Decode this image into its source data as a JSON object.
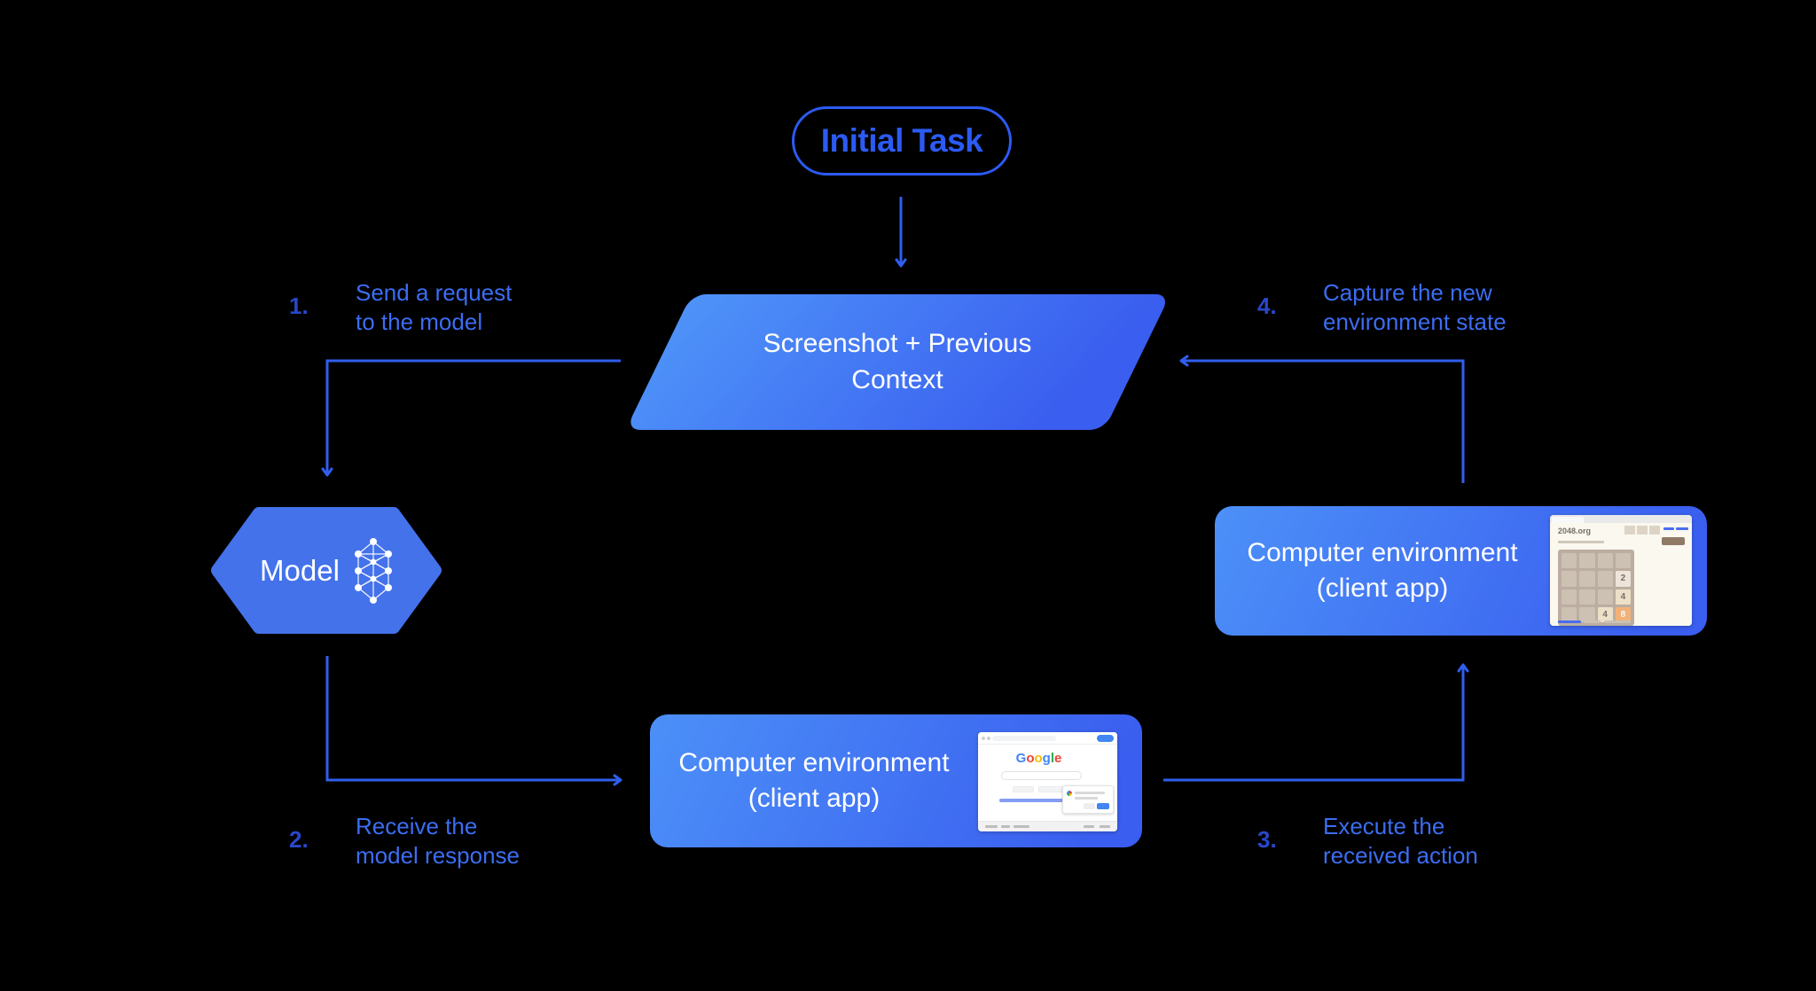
{
  "diagram": {
    "initial_task_label": "Initial Task",
    "context_node": {
      "line1": "Screenshot + Previous",
      "line2": "Context"
    },
    "model_label": "Model",
    "env_bottom": {
      "line1": "Computer environment",
      "line2": "(client app)"
    },
    "env_right": {
      "line1": "Computer environment",
      "line2": "(client app)"
    }
  },
  "steps": [
    {
      "num": "1.",
      "line1": "Send a request",
      "line2": "to the model"
    },
    {
      "num": "2.",
      "line1": "Receive the",
      "line2": "model response"
    },
    {
      "num": "3.",
      "line1": "Execute the",
      "line2": "received action"
    },
    {
      "num": "4.",
      "line1": "Capture the new",
      "line2": "environment state"
    }
  ],
  "colors": {
    "accent_blue": "#2B5BF3",
    "label_blue": "#3C6DF2",
    "number_blue": "#2A47C8",
    "arrow_blue": "#2F5FEE",
    "gradient_start": "#4C90F8",
    "gradient_end": "#3A5EEF",
    "hexagon_blue": "#4472EB",
    "background": "#000000"
  },
  "minis": {
    "google": {
      "logo_letters": [
        {
          "ch": "G",
          "color": "#4285F4"
        },
        {
          "ch": "o",
          "color": "#EA4335"
        },
        {
          "ch": "o",
          "color": "#FBBC05"
        },
        {
          "ch": "g",
          "color": "#4285F4"
        },
        {
          "ch": "l",
          "color": "#34A853"
        },
        {
          "ch": "e",
          "color": "#EA4335"
        }
      ]
    },
    "game2048": {
      "site_title": "2048.org",
      "grid": {
        "rows": 4,
        "cols": 4
      },
      "tiles": [
        {
          "row": 2,
          "col": 4,
          "value": "2",
          "bg": "#EEE4DA",
          "fg": "#776E65"
        },
        {
          "row": 3,
          "col": 4,
          "value": "4",
          "bg": "#EDE0C8",
          "fg": "#776E65"
        },
        {
          "row": 4,
          "col": 3,
          "value": "4",
          "bg": "#EDE0C8",
          "fg": "#776E65"
        },
        {
          "row": 4,
          "col": 4,
          "value": "8",
          "bg": "#F2B179",
          "fg": "#F9F6F2"
        }
      ]
    }
  }
}
